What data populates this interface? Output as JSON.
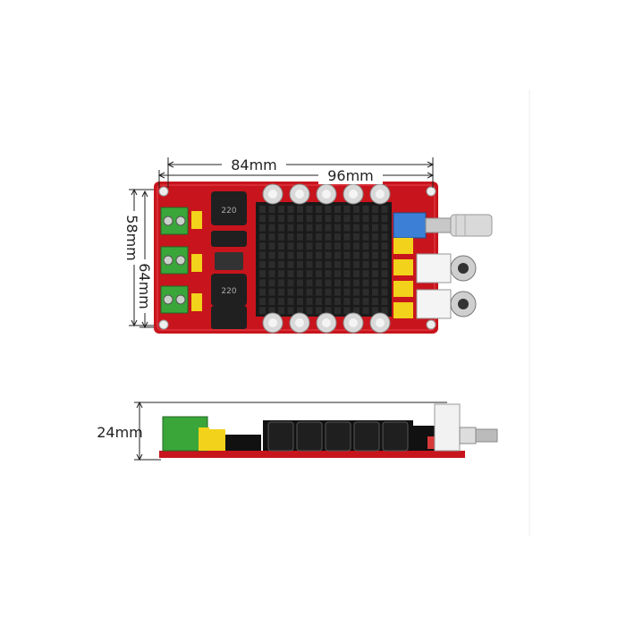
{
  "dimensions": {
    "width_outer": "84mm",
    "width_overall": "96mm",
    "height_inner": "58mm",
    "height_outer": "64mm",
    "thickness": "24mm"
  },
  "board_markings": {
    "inductor_label": "220"
  },
  "colors": {
    "pcb": "#c8141c",
    "heatsink": "#1a1a1a",
    "terminal": "#3aa63a",
    "capacitor_yellow": "#f2d21a",
    "potentiometer": "#3b7fd6",
    "background": "#ffffff"
  }
}
